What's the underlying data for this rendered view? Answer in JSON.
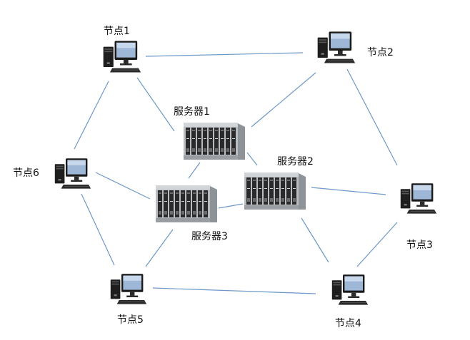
{
  "diagram": {
    "colors": {
      "link": "#6d98c8",
      "server_body": "#b9bdc2",
      "server_front": "#2a2a2a",
      "monitor_frame": "#1a1a1a",
      "screen": "#9fb7d6"
    },
    "nodes": [
      {
        "id": "n1",
        "label": "节点1",
        "icon": "desktop-computer-icon"
      },
      {
        "id": "n2",
        "label": "节点2",
        "icon": "desktop-computer-icon"
      },
      {
        "id": "n3",
        "label": "节点3",
        "icon": "desktop-computer-icon"
      },
      {
        "id": "n4",
        "label": "节点4",
        "icon": "desktop-computer-icon"
      },
      {
        "id": "n5",
        "label": "节点5",
        "icon": "desktop-computer-icon"
      },
      {
        "id": "n6",
        "label": "节点6",
        "icon": "desktop-computer-icon"
      }
    ],
    "servers": [
      {
        "id": "s1",
        "label": "服务器1",
        "icon": "blade-server-icon"
      },
      {
        "id": "s2",
        "label": "服务器2",
        "icon": "blade-server-icon"
      },
      {
        "id": "s3",
        "label": "服务器3",
        "icon": "blade-server-icon"
      }
    ],
    "links": [
      [
        "n1",
        "n2"
      ],
      [
        "n2",
        "n3"
      ],
      [
        "n3",
        "n4"
      ],
      [
        "n4",
        "n5"
      ],
      [
        "n5",
        "n6"
      ],
      [
        "n6",
        "n1"
      ],
      [
        "n1",
        "s1"
      ],
      [
        "n2",
        "s1"
      ],
      [
        "n3",
        "s2"
      ],
      [
        "n4",
        "s2"
      ],
      [
        "n5",
        "s3"
      ],
      [
        "n6",
        "s3"
      ],
      [
        "s1",
        "s2"
      ],
      [
        "s1",
        "s3"
      ],
      [
        "s2",
        "s3"
      ]
    ]
  }
}
